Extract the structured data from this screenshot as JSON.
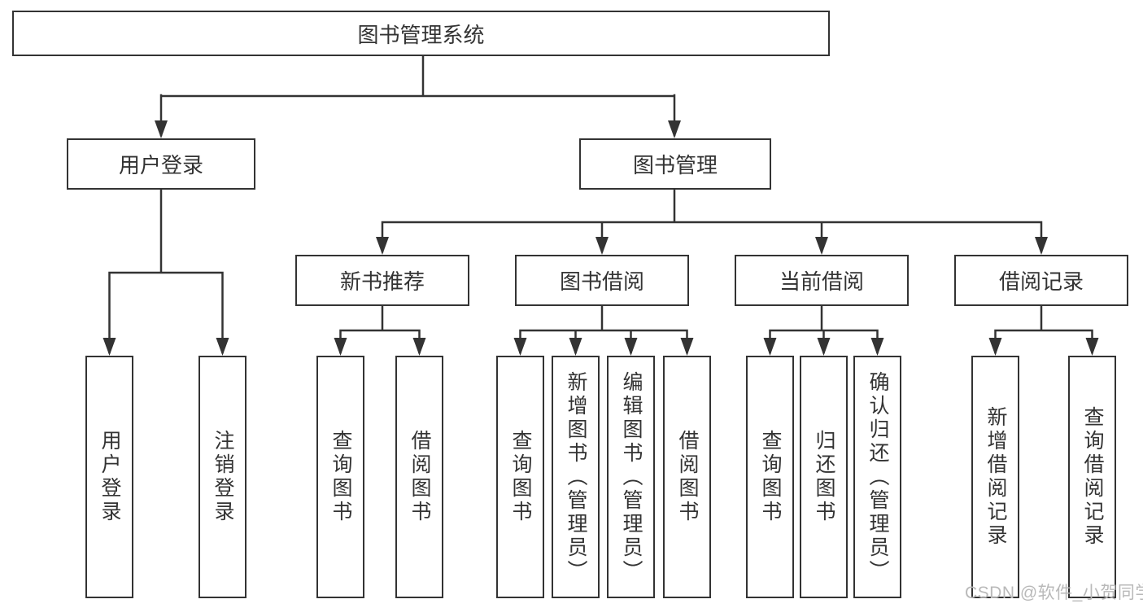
{
  "diagram": {
    "root": {
      "label": "图书管理系统"
    },
    "level1": [
      {
        "label": "用户登录",
        "children": [
          {
            "label": "用户登录"
          },
          {
            "label": "注销登录"
          }
        ]
      },
      {
        "label": "图书管理",
        "children": [
          {
            "label": "新书推荐",
            "children": [
              {
                "label": "查询图书"
              },
              {
                "label": "借阅图书"
              }
            ]
          },
          {
            "label": "图书借阅",
            "children": [
              {
                "label": "查询图书"
              },
              {
                "label": "新增图书（管理员）"
              },
              {
                "label": "编辑图书（管理员）"
              },
              {
                "label": "借阅图书"
              }
            ]
          },
          {
            "label": "当前借阅",
            "children": [
              {
                "label": "查询图书"
              },
              {
                "label": "归还图书"
              },
              {
                "label": "确认归还（管理员）"
              }
            ]
          },
          {
            "label": "借阅记录",
            "children": [
              {
                "label": "新增借阅记录"
              },
              {
                "label": "查询借阅记录"
              }
            ]
          }
        ]
      }
    ]
  },
  "watermark": {
    "text": "CSDN @软件_小贺同学"
  },
  "colors": {
    "line": "#333333",
    "text": "#333333",
    "box_background": "#ffffff",
    "background": "#ffffff",
    "watermark": "#b9b9b9"
  }
}
